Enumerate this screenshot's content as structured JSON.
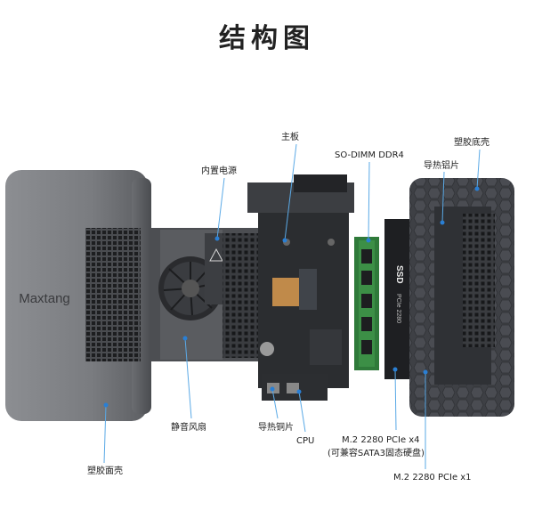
{
  "title": "结构图",
  "labels": {
    "mainboard": "主板",
    "builtin_psu": "内置电源",
    "so_dimm": "SO-DIMM DDR4",
    "plastic_bottom": "塑胶底壳",
    "heat_al_sheet": "导热铝片",
    "silent_fan": "静音风扇",
    "heat_cu_sheet": "导热铜片",
    "cpu": "CPU",
    "m2_x4_line1": "M.2 2280 PCIe x4",
    "m2_x4_line2": "(可兼容SATA3固态硬盘)",
    "m2_x1": "M.2 2280 PCIe x1",
    "plastic_panel": "塑胶面壳"
  },
  "device": {
    "brand": "Maxtang",
    "ssd_text": "SSD",
    "pcie_text": "PCIe 2280"
  },
  "colors": {
    "leader": "#5aa9e6",
    "dot": "#2a7fd4",
    "shell": "#8a8c90",
    "shell_dark": "#5e6066",
    "board": "#2b2d30",
    "ram": "#2f7a3a",
    "copper": "#c08a4a"
  }
}
